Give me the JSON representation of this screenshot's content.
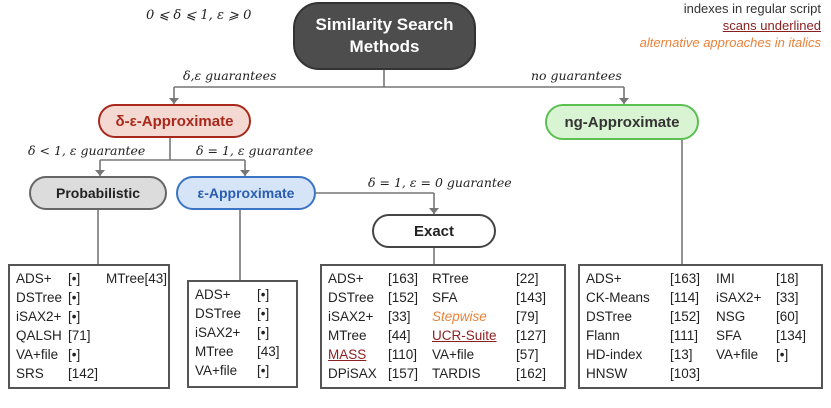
{
  "constraint": "0 ⩽ δ ⩽ 1, ε ⩾ 0",
  "legend": {
    "regular": "indexes in regular script",
    "scans": "scans underlined",
    "alternative": "alternative approaches in italics"
  },
  "nodes": {
    "root_line1": "Similarity Search",
    "root_line2": "Methods",
    "de_approx": "δ-ε-Approximate",
    "ng_approx": "ng-Approximate",
    "probabilistic": "Probabilistic",
    "e_approx": "ε-Approximate",
    "exact": "Exact"
  },
  "edges": {
    "de_guarantees": "δ,ε guarantees",
    "no_guarantees": "no guarantees",
    "prob_edge": "δ < 1, ε guarantee",
    "eapprox_edge": "δ = 1, ε guarantee",
    "exact_edge": "δ = 1, ε = 0 guarantee"
  },
  "lists": {
    "probabilistic": [
      [
        "ADS+",
        "[•]"
      ],
      [
        "DSTree",
        "[•]"
      ],
      [
        "iSAX2+",
        "[•]"
      ],
      [
        "QALSH",
        "[71]"
      ],
      [
        "VA+file",
        "[•]"
      ],
      [
        "SRS",
        "[142]"
      ]
    ],
    "probabilistic_extra": [
      "MTree",
      "[43]"
    ],
    "e_approx": [
      [
        "ADS+",
        "[•]"
      ],
      [
        "DSTree",
        "[•]"
      ],
      [
        "iSAX2+",
        "[•]"
      ],
      [
        "MTree",
        "[43]"
      ],
      [
        "VA+file",
        "[•]"
      ]
    ],
    "exact_left": [
      [
        "ADS+",
        "[163]"
      ],
      [
        "DSTree",
        "[152]"
      ],
      [
        "iSAX2+",
        "[33]"
      ],
      [
        "MTree",
        "[44]"
      ],
      [
        "MASS",
        "[110]"
      ],
      [
        "DPiSAX",
        "[157]"
      ]
    ],
    "exact_right": [
      [
        "RTree",
        "[22]"
      ],
      [
        "SFA",
        "[143]"
      ],
      [
        "Stepwise",
        "[79]"
      ],
      [
        "UCR-Suite",
        "[127]"
      ],
      [
        "VA+file",
        "[57]"
      ],
      [
        "TARDIS",
        "[162]"
      ]
    ],
    "ng_left": [
      [
        "ADS+",
        "[163]"
      ],
      [
        "CK-Means",
        "[114]"
      ],
      [
        "DSTree",
        "[152]"
      ],
      [
        "Flann",
        "[111]"
      ],
      [
        "HD-index",
        "[13]"
      ],
      [
        "HNSW",
        "[103]"
      ]
    ],
    "ng_right": [
      [
        "IMI",
        "[18]"
      ],
      [
        "iSAX2+",
        "[33]"
      ],
      [
        "NSG",
        "[60]"
      ],
      [
        "SFA",
        "[134]"
      ],
      [
        "VA+file",
        "[•]"
      ]
    ]
  }
}
